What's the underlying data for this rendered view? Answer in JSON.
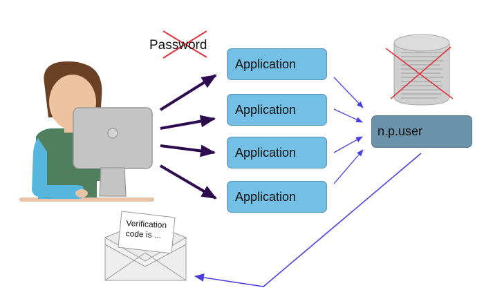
{
  "password_label": "Password",
  "applications": [
    {
      "label": "Application"
    },
    {
      "label": "Application"
    },
    {
      "label": "Application"
    },
    {
      "label": "Application"
    }
  ],
  "user_store": {
    "label": "n.p.user"
  },
  "email": {
    "line1": "Verification",
    "line2": "code is ..."
  },
  "colors": {
    "app_fill": "#73bfe5",
    "user_fill": "#6a92a8",
    "user_arrows": "#2e0a4f",
    "flow_arrows": "#4a3ee0",
    "cross": "#e0303a"
  }
}
